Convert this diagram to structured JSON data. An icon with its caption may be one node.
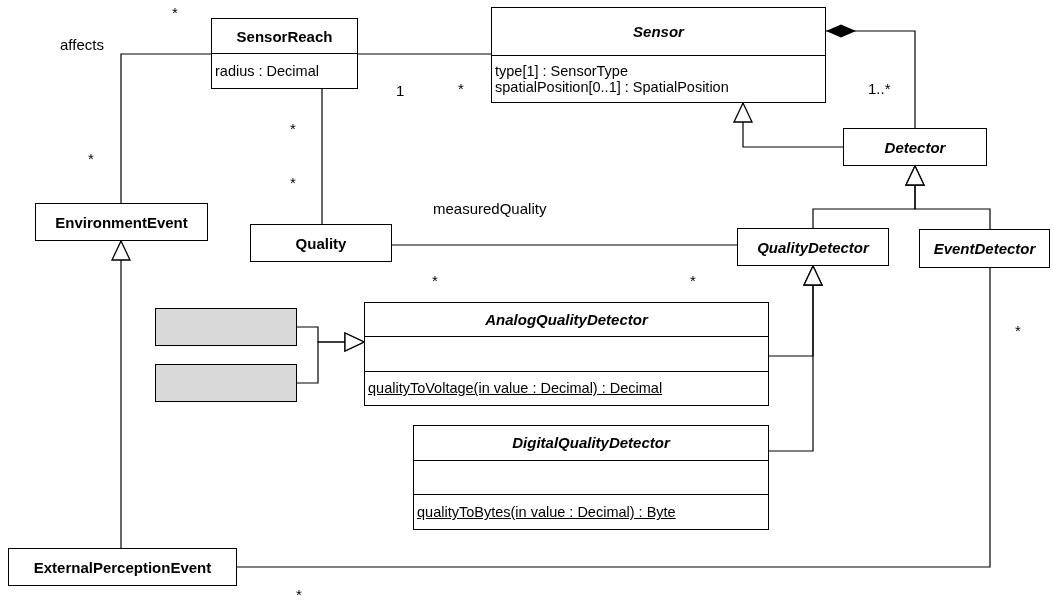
{
  "diagram": {
    "nodes": [
      {
        "text": [
          "SensorReach",
          "radius : Decimal"
        ]
      },
      {
        "text": [
          "Sensor",
          "type[1] : SensorType",
          "spatialPosition[0..1] : SpatialPosition"
        ]
      },
      {
        "text": [
          "Detector"
        ]
      },
      {
        "text": [
          "EnvironmentEvent"
        ]
      },
      {
        "text": [
          "Quality"
        ]
      },
      {
        "text": [
          "QualityDetector"
        ]
      },
      {
        "text": [
          "EventDetector"
        ]
      },
      {
        "text": [],
        "shape": "box"
      },
      {
        "text": [],
        "shape": "box"
      },
      {
        "text": [
          "AnalogQualityDetector",
          "qualityToVoltage(in value : Decimal) : Decimal"
        ]
      },
      {
        "text": [
          "DigitalQualityDetector",
          "qualityToBytes(in value : Decimal) : Byte"
        ]
      },
      {
        "text": [
          "ExternalPerceptionEvent"
        ]
      }
    ],
    "edges": [
      {
        "from": 0,
        "to": 1,
        "arrow": "none"
      },
      {
        "from": 1,
        "to": 2,
        "arrow": "other"
      },
      {
        "from": 2,
        "to": 1,
        "arrow": "to"
      },
      {
        "from": 5,
        "to": 2,
        "arrow": "to"
      },
      {
        "from": 6,
        "to": 2,
        "arrow": "to"
      },
      {
        "from": 3,
        "to": 0,
        "arrow": "none",
        "label": "affects"
      },
      {
        "from": 0,
        "to": 4,
        "arrow": "none"
      },
      {
        "from": 4,
        "to": 5,
        "arrow": "none",
        "label": "measuredQuality"
      },
      {
        "from": 7,
        "to": 9,
        "arrow": "to"
      },
      {
        "from": 8,
        "to": 9,
        "arrow": "to"
      },
      {
        "from": 9,
        "to": 5,
        "arrow": "to"
      },
      {
        "from": 10,
        "to": 5,
        "arrow": "to"
      },
      {
        "from": 11,
        "to": 3,
        "arrow": "to"
      },
      {
        "from": 11,
        "to": 6,
        "arrow": "none"
      }
    ],
    "labels": [
      "*",
      "1",
      "*",
      "1..*",
      "*",
      "*",
      "*",
      "*",
      "*",
      "*",
      "*"
    ]
  }
}
